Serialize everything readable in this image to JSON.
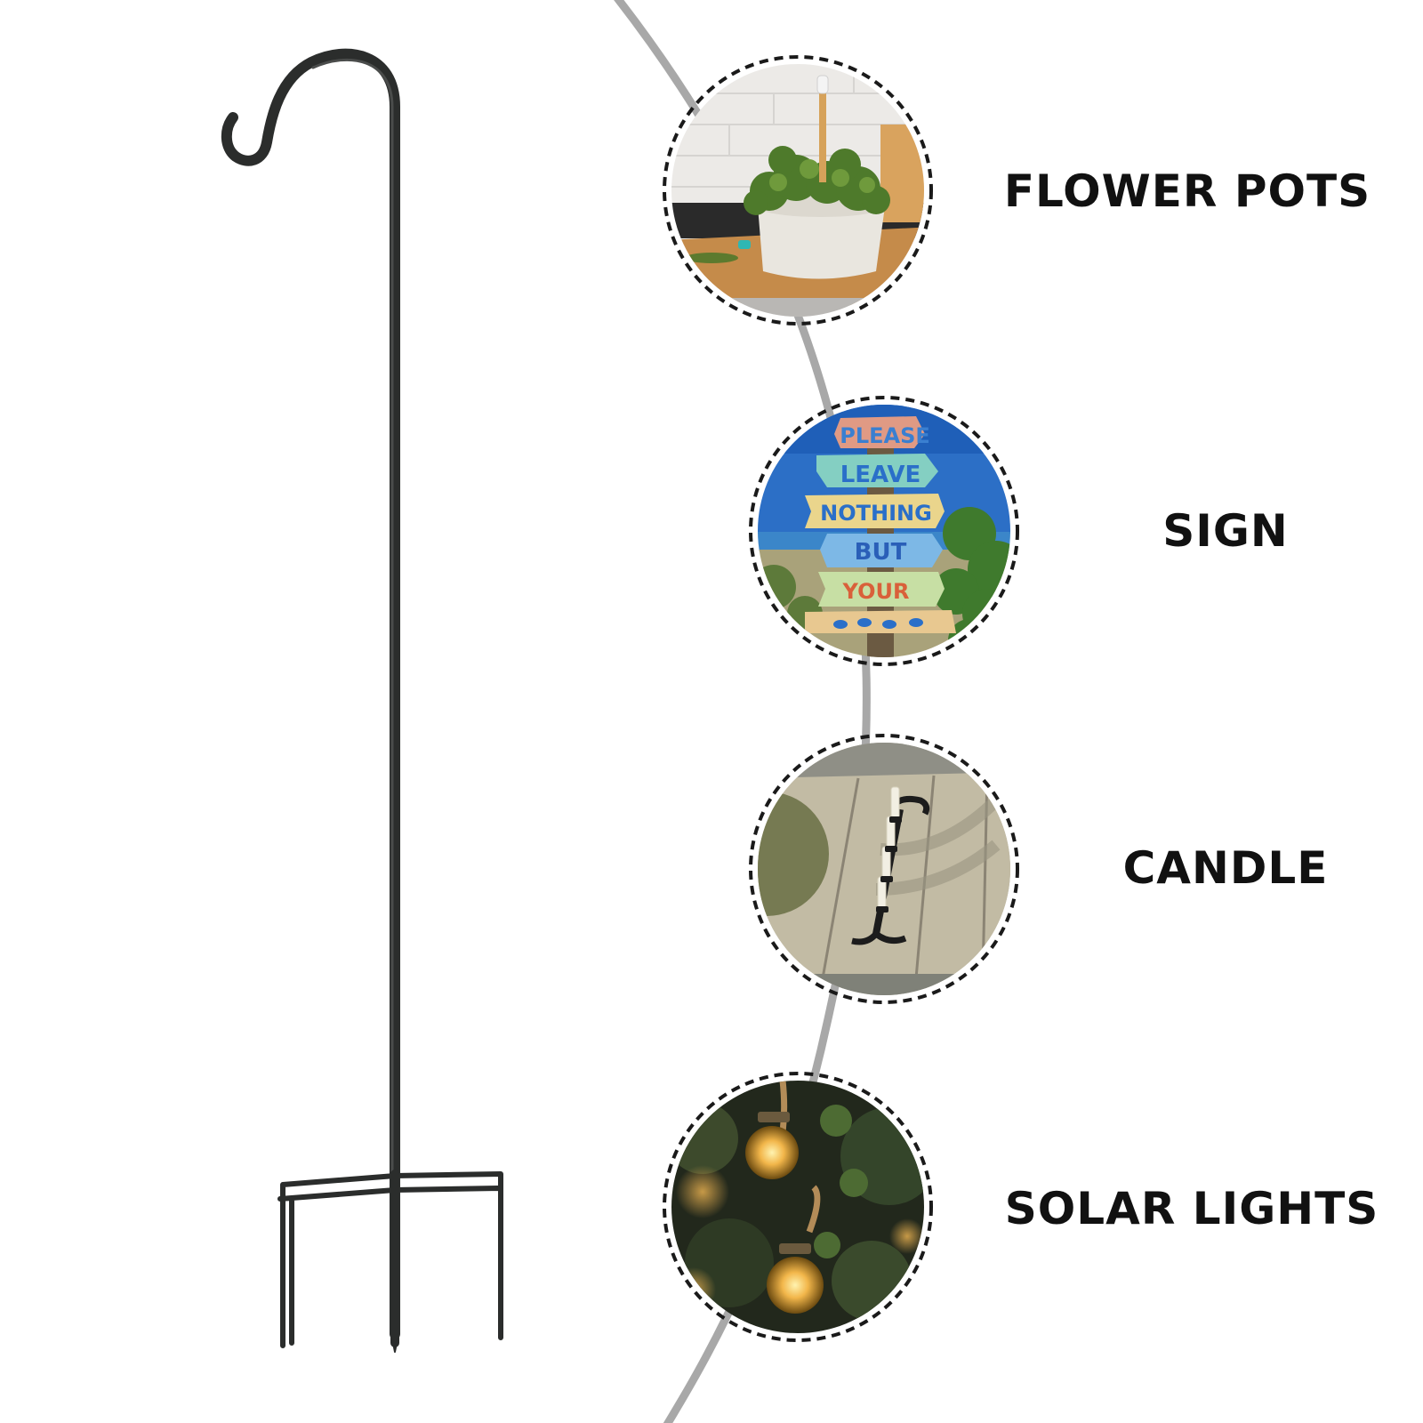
{
  "colors": {
    "background": "#ffffff",
    "hook": "#2b2d2c",
    "arc": "#a8a8a8",
    "text": "#111111",
    "dash_ring": "#1a1a1a"
  },
  "uses": [
    {
      "label": "FLOWER POTS",
      "photo": "flower-pot-photo"
    },
    {
      "label": "SIGN",
      "photo": "beach-sign-photo",
      "sign_words": [
        "PLEASE",
        "LEAVE",
        "NOTHING",
        "BUT",
        "YOUR"
      ]
    },
    {
      "label": "CANDLE",
      "photo": "candle-holder-photo"
    },
    {
      "label": "SOLAR LIGHTS",
      "photo": "solar-lantern-photo"
    }
  ]
}
